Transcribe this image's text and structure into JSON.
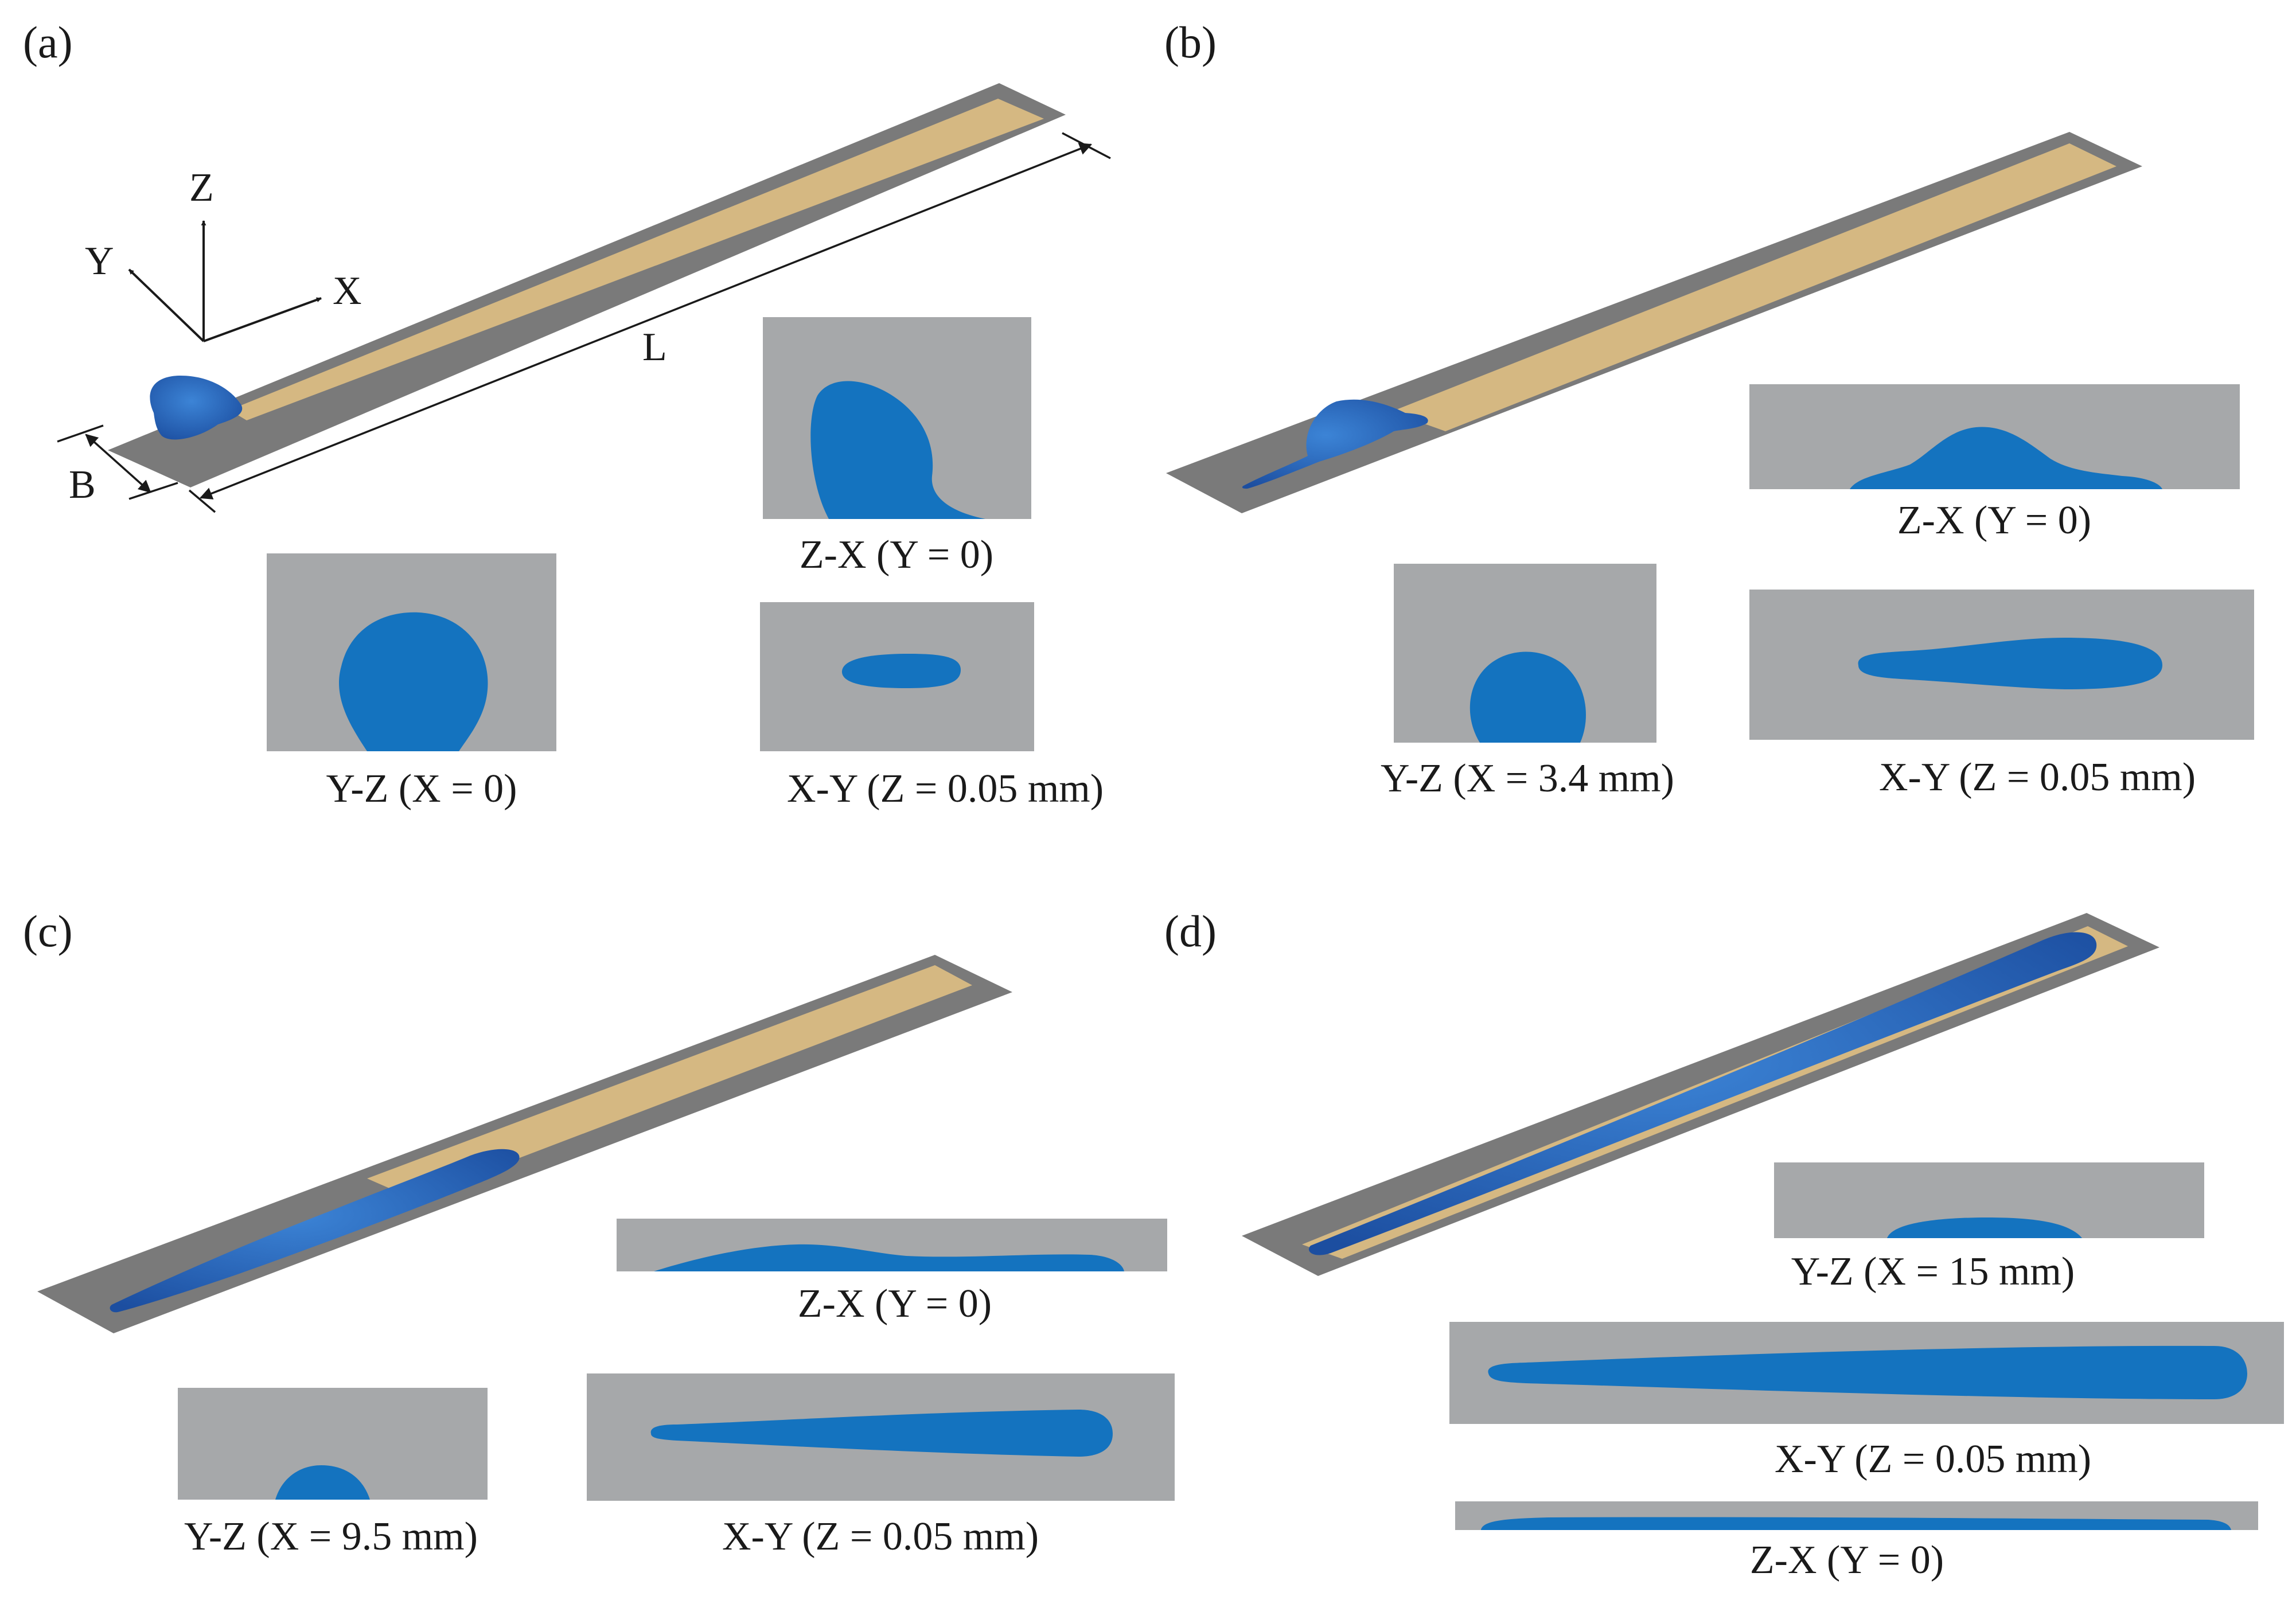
{
  "colors": {
    "background": "#ffffff",
    "substrate": "#7a7a7a",
    "channel": "#d5b882",
    "inset_background": "#a6a8aa",
    "droplet": "#1473bf",
    "droplet_dark": "#1c4ea0",
    "text": "#1a1a1a"
  },
  "panels": {
    "a": {
      "label": "(a)",
      "axes": {
        "z": "Z",
        "y": "Y",
        "x": "X"
      },
      "dimensions": {
        "length": "L",
        "width": "B"
      },
      "captions": {
        "zx": "Z-X (Y = 0)",
        "yz": "Y-Z (X = 0)",
        "xy": "X-Y (Z = 0.05 mm)"
      }
    },
    "b": {
      "label": "(b)",
      "captions": {
        "zx": "Z-X (Y = 0)",
        "yz": "Y-Z (X = 3.4 mm)",
        "xy": "X-Y (Z = 0.05 mm)"
      }
    },
    "c": {
      "label": "(c)",
      "captions": {
        "zx": "Z-X (Y = 0)",
        "yz": "Y-Z (X = 9.5 mm)",
        "xy": "X-Y (Z = 0.05 mm)"
      }
    },
    "d": {
      "label": "(d)",
      "captions": {
        "yz": "Y-Z (X = 15 mm)",
        "xy": "X-Y (Z = 0.05 mm)",
        "zx": "Z-X (Y = 0)"
      }
    }
  }
}
